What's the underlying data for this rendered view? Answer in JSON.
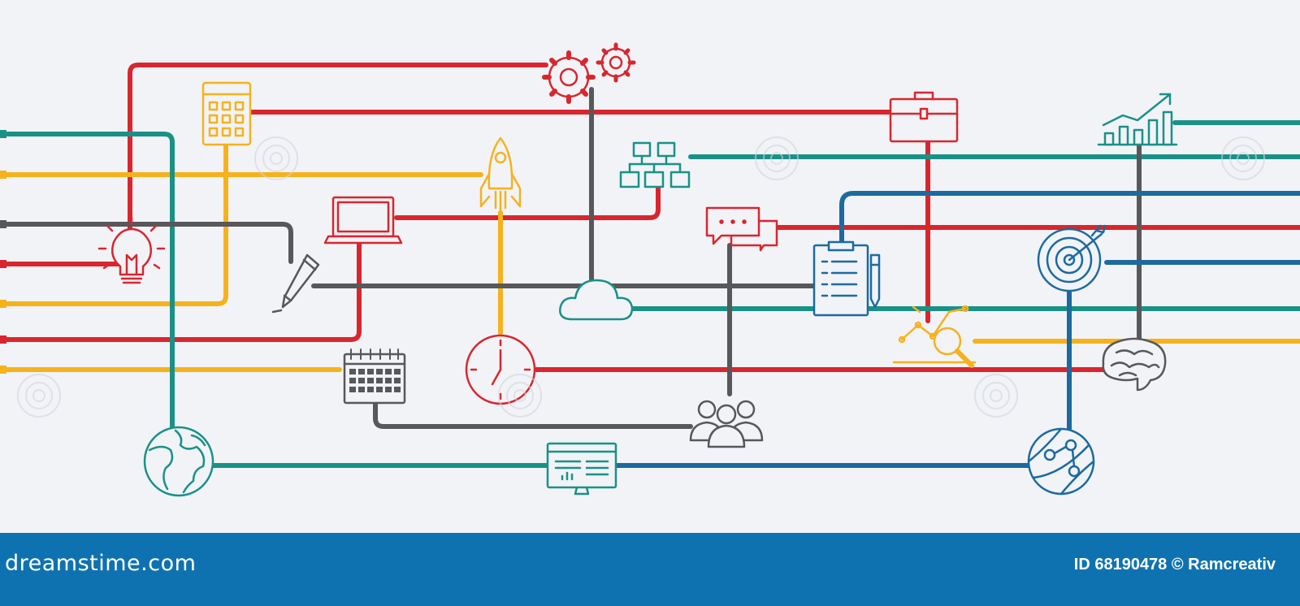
{
  "colors": {
    "background": "#f1f3f7",
    "red": "#d9262e",
    "orange": "#f6b21c",
    "teal": "#1a9187",
    "gray": "#58575a",
    "blue": "#1c6a9f",
    "footer": "#0f72b0"
  },
  "footer": {
    "brand": "dreamstime.com",
    "credit": "ID 68190478 © Ramcreativ"
  },
  "nodes": [
    {
      "name": "gears-icon",
      "color": "red"
    },
    {
      "name": "calculator-icon",
      "color": "orange"
    },
    {
      "name": "rocket-icon",
      "color": "orange"
    },
    {
      "name": "hierarchy-icon",
      "color": "teal"
    },
    {
      "name": "briefcase-icon",
      "color": "red"
    },
    {
      "name": "growth-chart-icon",
      "color": "teal"
    },
    {
      "name": "lightbulb-icon",
      "color": "red"
    },
    {
      "name": "laptop-icon",
      "color": "red"
    },
    {
      "name": "chat-bubbles-icon",
      "color": "red"
    },
    {
      "name": "clipboard-icon",
      "color": "blue"
    },
    {
      "name": "target-icon",
      "color": "blue"
    },
    {
      "name": "pen-icon",
      "color": "gray"
    },
    {
      "name": "cloud-icon",
      "color": "teal"
    },
    {
      "name": "analytics-search-icon",
      "color": "orange"
    },
    {
      "name": "brain-icon",
      "color": "gray"
    },
    {
      "name": "clock-icon",
      "color": "red"
    },
    {
      "name": "calendar-icon",
      "color": "gray"
    },
    {
      "name": "team-icon",
      "color": "gray"
    },
    {
      "name": "globe-icon",
      "color": "teal"
    },
    {
      "name": "monitor-icon",
      "color": "teal"
    },
    {
      "name": "network-globe-icon",
      "color": "blue"
    }
  ]
}
